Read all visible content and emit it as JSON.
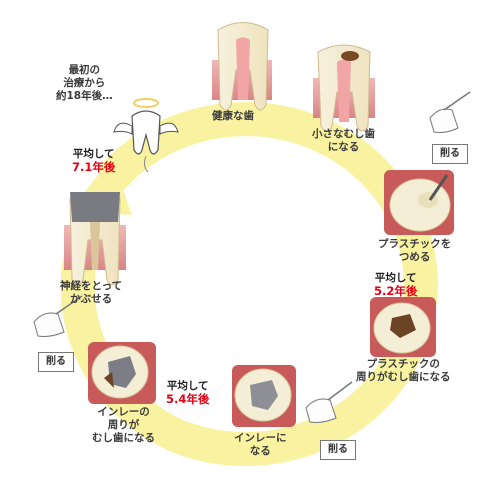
{
  "stages": {
    "healthy": "健康な歯",
    "small_cavity": [
      "小さなむし歯",
      "になる"
    ],
    "plastic_fill": [
      "プラスチックを",
      "つめる"
    ],
    "plastic_decay": [
      "プラスチックの",
      "周りがむし歯になる"
    ],
    "inlay": [
      "インレーに",
      "なる"
    ],
    "inlay_decay": [
      "インレーの",
      "周りが",
      "むし歯になる"
    ],
    "crown": [
      "神経をとって",
      "かぶせる"
    ]
  },
  "averages": [
    {
      "line1": "平均して",
      "line2": "5.2年後"
    },
    {
      "line1": "平均して",
      "line2": "5.4年後"
    },
    {
      "line1": "平均して",
      "line2": "7.1年後"
    }
  ],
  "cut_label": "削る",
  "final_note": [
    "最初の",
    "治療から",
    "約18年後…"
  ],
  "colors": {
    "cycle_arrow": "#f9f2a0",
    "avg_highlight": "#e60012",
    "gum": "#d98585",
    "enamel": "#f6f0dc"
  }
}
